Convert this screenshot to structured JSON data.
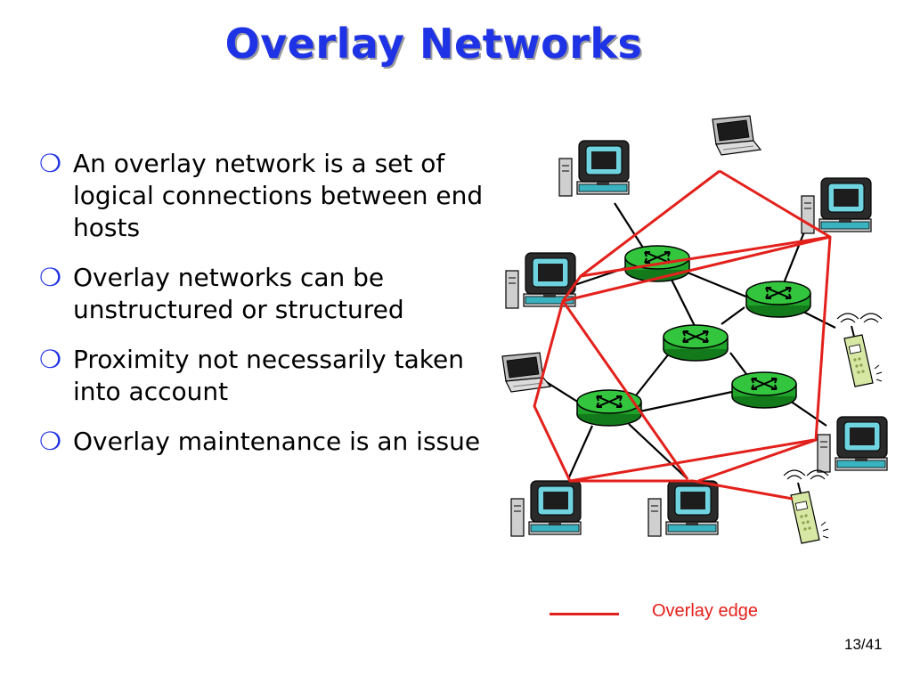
{
  "slide": {
    "title": "Overlay Networks",
    "page_number": "13/41"
  },
  "bullets": [
    {
      "text": "An overlay network is a set of logical connections between end hosts"
    },
    {
      "text": "Overlay networks can be unstructured or structured"
    },
    {
      "text": "Proximity not necessarily taken into account"
    },
    {
      "text": "Overlay maintenance is an issue"
    }
  ],
  "bullet_glyph": "❍",
  "legend": {
    "label": "Overlay edge",
    "color": "#e3201b"
  },
  "colors": {
    "title": "#1f33e6",
    "overlay_edge": "#e3201b",
    "physical_link": "#000000",
    "router": "#1fa32a"
  },
  "icons": {
    "router": "router-icon",
    "desktop": "desktop-computer-icon",
    "laptop": "laptop-icon",
    "phone": "cell-phone-icon"
  }
}
